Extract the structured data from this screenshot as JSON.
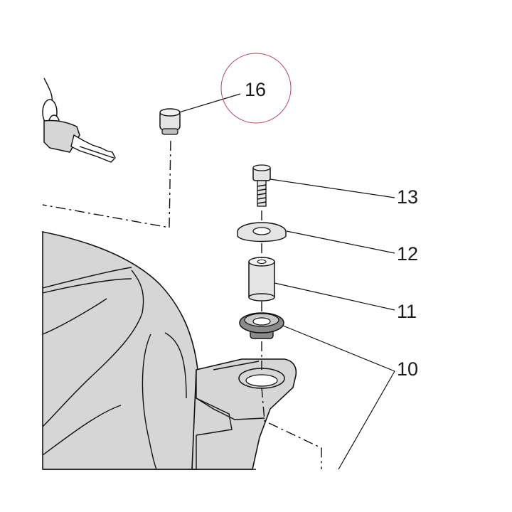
{
  "callouts": {
    "label_16": "16",
    "label_13": "13",
    "label_12": "12",
    "label_11": "11",
    "label_10": "10"
  },
  "colors": {
    "body_fill": "#d6d6d6",
    "highlight_circle": "#b5485e",
    "stroke": "#111111",
    "washer_dark": "#8a8a8a"
  }
}
